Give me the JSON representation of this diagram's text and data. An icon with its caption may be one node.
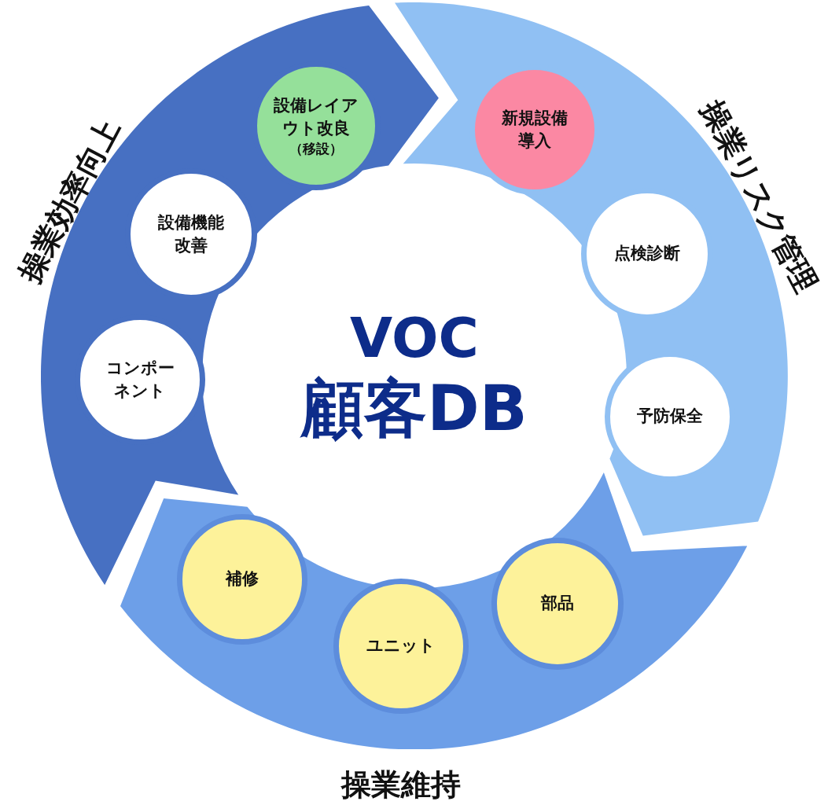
{
  "diagram": {
    "nodes": [
      {
        "text": [
          "VOC",
          "顧客DB"
        ]
      },
      {
        "text": [
          "操業効率向上"
        ]
      },
      {
        "text": [
          "設備レイアウト改良",
          "（移設）"
        ],
        "in": 1
      },
      {
        "text": [
          "設備機能改善"
        ],
        "in": 1
      },
      {
        "text": [
          "コンポーネント"
        ],
        "in": 1
      },
      {
        "text": [
          "操業リスク管理"
        ]
      },
      {
        "text": [
          "新規設備導入"
        ],
        "in": 5
      },
      {
        "text": [
          "点検診断"
        ],
        "in": 5
      },
      {
        "text": [
          "予防保全"
        ],
        "in": 5
      },
      {
        "text": [
          "操業維持"
        ]
      },
      {
        "text": [
          "補修"
        ],
        "in": 9
      },
      {
        "text": [
          "ユニット"
        ],
        "in": 9
      },
      {
        "text": [
          "部品"
        ],
        "in": 9
      }
    ]
  }
}
